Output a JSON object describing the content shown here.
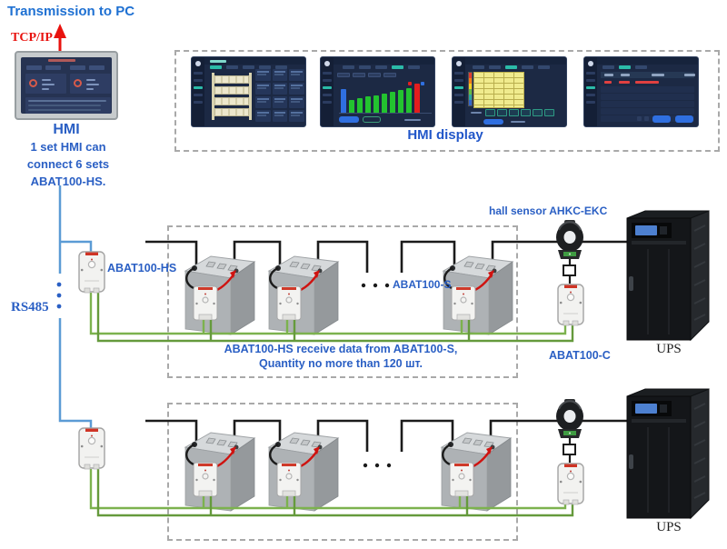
{
  "title": "Transmission to PC",
  "protocol_label": "TCP/IP",
  "hmi": {
    "label": "HMI",
    "note_lines": [
      "1 set HMI can",
      "connect 6 sets",
      "ABAT100-HS."
    ]
  },
  "bus_label": "RS485",
  "hmi_display": {
    "caption": "HMI display",
    "bar_chart": {
      "bars": [
        {
          "h": 26,
          "color": "#2f6fe0"
        },
        {
          "h": 14,
          "color": "#23c32f"
        },
        {
          "h": 16,
          "color": "#23c32f"
        },
        {
          "h": 18,
          "color": "#23c32f"
        },
        {
          "h": 19,
          "color": "#23c32f"
        },
        {
          "h": 21,
          "color": "#23c32f"
        },
        {
          "h": 23,
          "color": "#23c32f"
        },
        {
          "h": 25,
          "color": "#23c32f"
        },
        {
          "h": 27,
          "color": "#23c32f"
        },
        {
          "h": 32,
          "color": "#e31e1e"
        }
      ],
      "legend_colors": [
        "#e31e1e",
        "#2f6fe0"
      ]
    },
    "matrix": {
      "scale_colors": [
        "#e03c31",
        "#f57f17",
        "#f2d024",
        "#66bb44",
        "#2aa7a0",
        "#3366cc"
      ]
    }
  },
  "row1": {
    "hs_label": "ABAT100-HS",
    "s_label": "ABAT100-S",
    "hall_sensor_label": "hall sensor AHKC-EKC",
    "c_label": "ABAT100-C",
    "ups_label": "UPS",
    "note_line1": "ABAT100-HS receive data from ABAT100-S,",
    "note_line2": "Quantity no more than 120 шт."
  },
  "row2": {
    "ups_label": "UPS"
  },
  "colors": {
    "label_blue": "#2a5fc4",
    "title_blue": "#1e70d2",
    "arrow_red": "#e8120e",
    "wire_green_light": "#7cb24e",
    "wire_green_dark": "#659a3c",
    "wire_blue": "#5b9bd5",
    "wire_black": "#1b1b1b"
  }
}
